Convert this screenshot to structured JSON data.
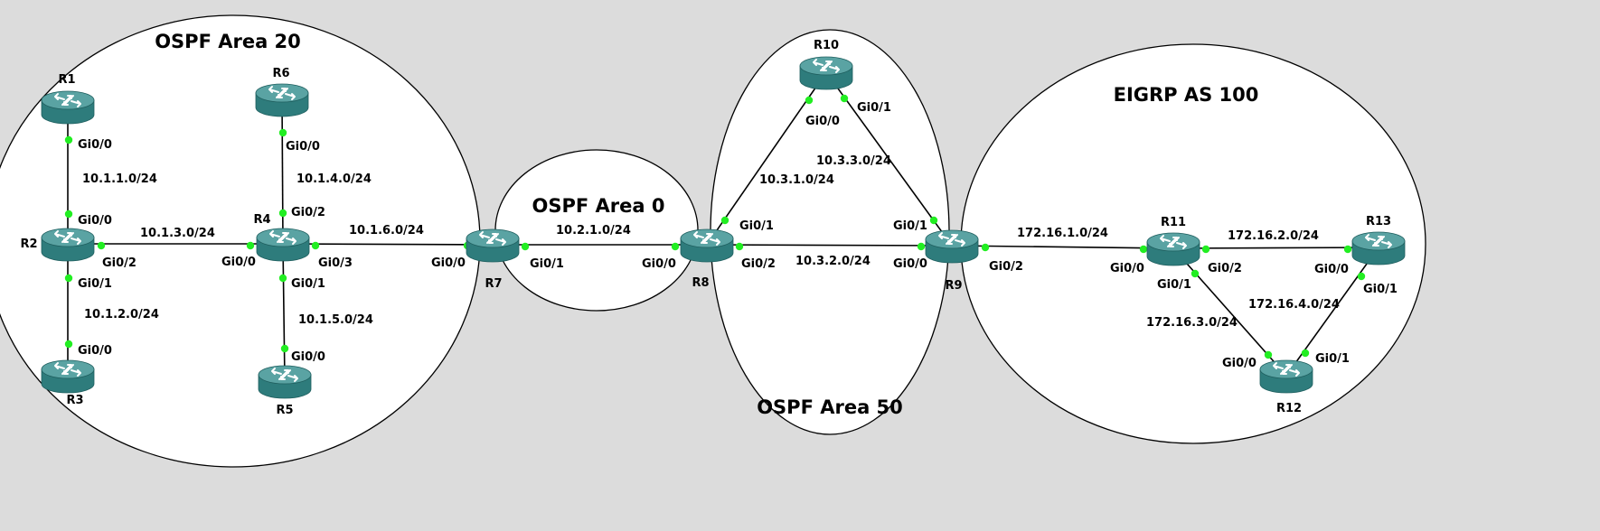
{
  "colors": {
    "background": "#dcdcdc",
    "area_fill": "#ffffff",
    "port_up": "#22ee22",
    "router_top": "#5aa3a3",
    "router_side": "#2e7c7c"
  },
  "icon": "router-icon",
  "areas": [
    {
      "id": "area20",
      "title": "OSPF Area 20"
    },
    {
      "id": "area0",
      "title": "OSPF Area 0"
    },
    {
      "id": "area50",
      "title": "OSPF Area 50"
    },
    {
      "id": "eigrp",
      "title": "EIGRP AS 100"
    }
  ],
  "routers": [
    {
      "id": "R1",
      "name": "R1"
    },
    {
      "id": "R2",
      "name": "R2"
    },
    {
      "id": "R3",
      "name": "R3"
    },
    {
      "id": "R4",
      "name": "R4"
    },
    {
      "id": "R5",
      "name": "R5"
    },
    {
      "id": "R6",
      "name": "R6"
    },
    {
      "id": "R7",
      "name": "R7"
    },
    {
      "id": "R8",
      "name": "R8"
    },
    {
      "id": "R9",
      "name": "R9"
    },
    {
      "id": "R10",
      "name": "R10"
    },
    {
      "id": "R11",
      "name": "R11"
    },
    {
      "id": "R12",
      "name": "R12"
    },
    {
      "id": "R13",
      "name": "R13"
    }
  ],
  "links": [
    {
      "id": "r1-r2",
      "from": "R1",
      "to": "R2",
      "subnet": "10.1.1.0/24",
      "from_iface": "Gi0/0",
      "to_iface": "Gi0/0"
    },
    {
      "id": "r2-r3",
      "from": "R2",
      "to": "R3",
      "subnet": "10.1.2.0/24",
      "from_iface": "Gi0/1",
      "to_iface": "Gi0/0"
    },
    {
      "id": "r2-r4",
      "from": "R2",
      "to": "R4",
      "subnet": "10.1.3.0/24",
      "from_iface": "Gi0/2",
      "to_iface": "Gi0/0"
    },
    {
      "id": "r6-r4",
      "from": "R6",
      "to": "R4",
      "subnet": "10.1.4.0/24",
      "from_iface": "Gi0/0",
      "to_iface": "Gi0/2"
    },
    {
      "id": "r4-r5",
      "from": "R4",
      "to": "R5",
      "subnet": "10.1.5.0/24",
      "from_iface": "Gi0/1",
      "to_iface": "Gi0/0"
    },
    {
      "id": "r4-r7",
      "from": "R4",
      "to": "R7",
      "subnet": "10.1.6.0/24",
      "from_iface": "Gi0/3",
      "to_iface": "Gi0/0"
    },
    {
      "id": "r7-r8",
      "from": "R7",
      "to": "R8",
      "subnet": "10.2.1.0/24",
      "from_iface": "Gi0/1",
      "to_iface": "Gi0/0"
    },
    {
      "id": "r8-r10",
      "from": "R8",
      "to": "R10",
      "subnet": "10.3.1.0/24",
      "from_iface": "Gi0/1",
      "to_iface": "Gi0/0"
    },
    {
      "id": "r8-r9",
      "from": "R8",
      "to": "R9",
      "subnet": "10.3.2.0/24",
      "from_iface": "Gi0/2",
      "to_iface": "Gi0/0"
    },
    {
      "id": "r10-r9",
      "from": "R10",
      "to": "R9",
      "subnet": "10.3.3.0/24",
      "from_iface": "Gi0/1",
      "to_iface": "Gi0/1"
    },
    {
      "id": "r9-r11",
      "from": "R9",
      "to": "R11",
      "subnet": "172.16.1.0/24",
      "from_iface": "Gi0/2",
      "to_iface": "Gi0/0"
    },
    {
      "id": "r11-r13",
      "from": "R11",
      "to": "R13",
      "subnet": "172.16.2.0/24",
      "from_iface": "Gi0/2",
      "to_iface": "Gi0/0"
    },
    {
      "id": "r11-r12",
      "from": "R11",
      "to": "R12",
      "subnet": "172.16.3.0/24",
      "from_iface": "Gi0/1",
      "to_iface": "Gi0/0"
    },
    {
      "id": "r13-r12",
      "from": "R13",
      "to": "R12",
      "subnet": "172.16.4.0/24",
      "from_iface": "Gi0/1",
      "to_iface": "Gi0/1"
    }
  ]
}
